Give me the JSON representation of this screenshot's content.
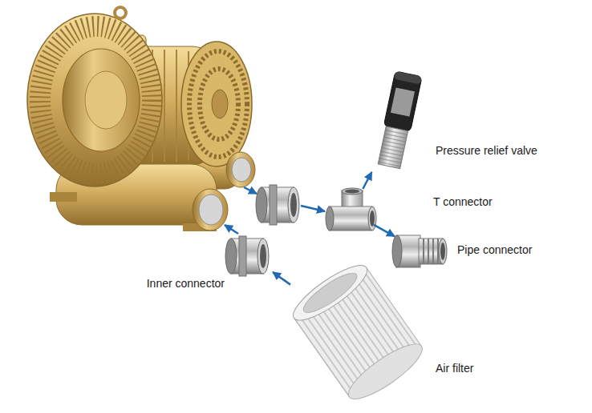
{
  "diagram": {
    "nodes": [
      {
        "text": [
          "Pressure relief valve"
        ]
      },
      {
        "text": [
          "T connector"
        ]
      },
      {
        "text": [
          "Pipe connector"
        ]
      },
      {
        "text": [
          "Inner connector"
        ]
      },
      {
        "text": [
          "Air filter"
        ]
      }
    ],
    "edges": [
      {
        "from": 1,
        "to": 0,
        "arrow": "to"
      },
      {
        "from": 1,
        "to": 2,
        "arrow": "to"
      },
      {
        "from": 4,
        "to": 3,
        "arrow": "to"
      }
    ]
  }
}
